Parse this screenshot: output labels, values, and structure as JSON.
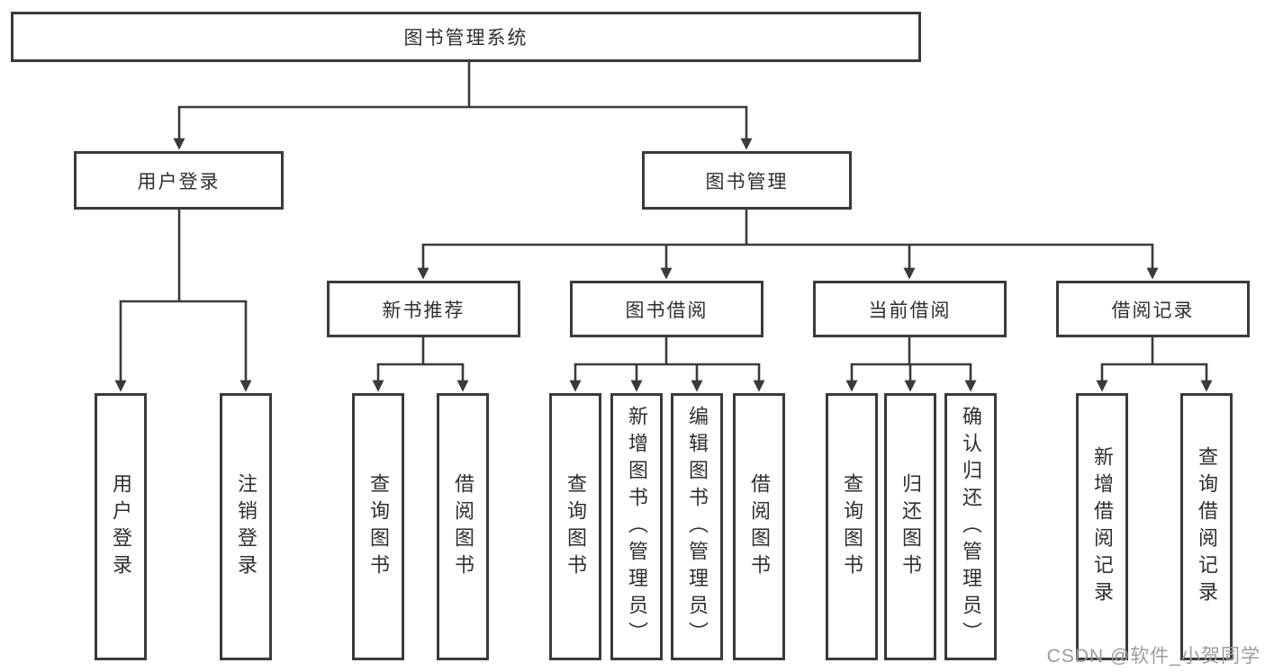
{
  "diagram": {
    "root": {
      "label": "图书管理系统"
    },
    "branches": [
      {
        "label": "用户登录",
        "children": [
          {
            "label": "用户登录"
          },
          {
            "label": "注销登录"
          }
        ]
      },
      {
        "label": "图书管理",
        "sections": [
          {
            "label": "新书推荐",
            "children": [
              {
                "label": "查询图书"
              },
              {
                "label": "借阅图书"
              }
            ]
          },
          {
            "label": "图书借阅",
            "children": [
              {
                "label": "查询图书"
              },
              {
                "label": "新增图书（管理员）"
              },
              {
                "label": "编辑图书（管理员）"
              },
              {
                "label": "借阅图书"
              }
            ]
          },
          {
            "label": "当前借阅",
            "children": [
              {
                "label": "查询图书"
              },
              {
                "label": "归还图书"
              },
              {
                "label": "确认归还（管理员）"
              }
            ]
          },
          {
            "label": "借阅记录",
            "children": [
              {
                "label": "新增借阅记录"
              },
              {
                "label": "查询借阅记录"
              }
            ]
          }
        ]
      }
    ],
    "watermark": "CSDN @软件_小贺同学"
  },
  "colors": {
    "line": "#3a3a3a",
    "border": "#3a3a3a",
    "text": "#2f2f2f",
    "background": "#ffffff",
    "watermark": "#9c9c9c"
  }
}
